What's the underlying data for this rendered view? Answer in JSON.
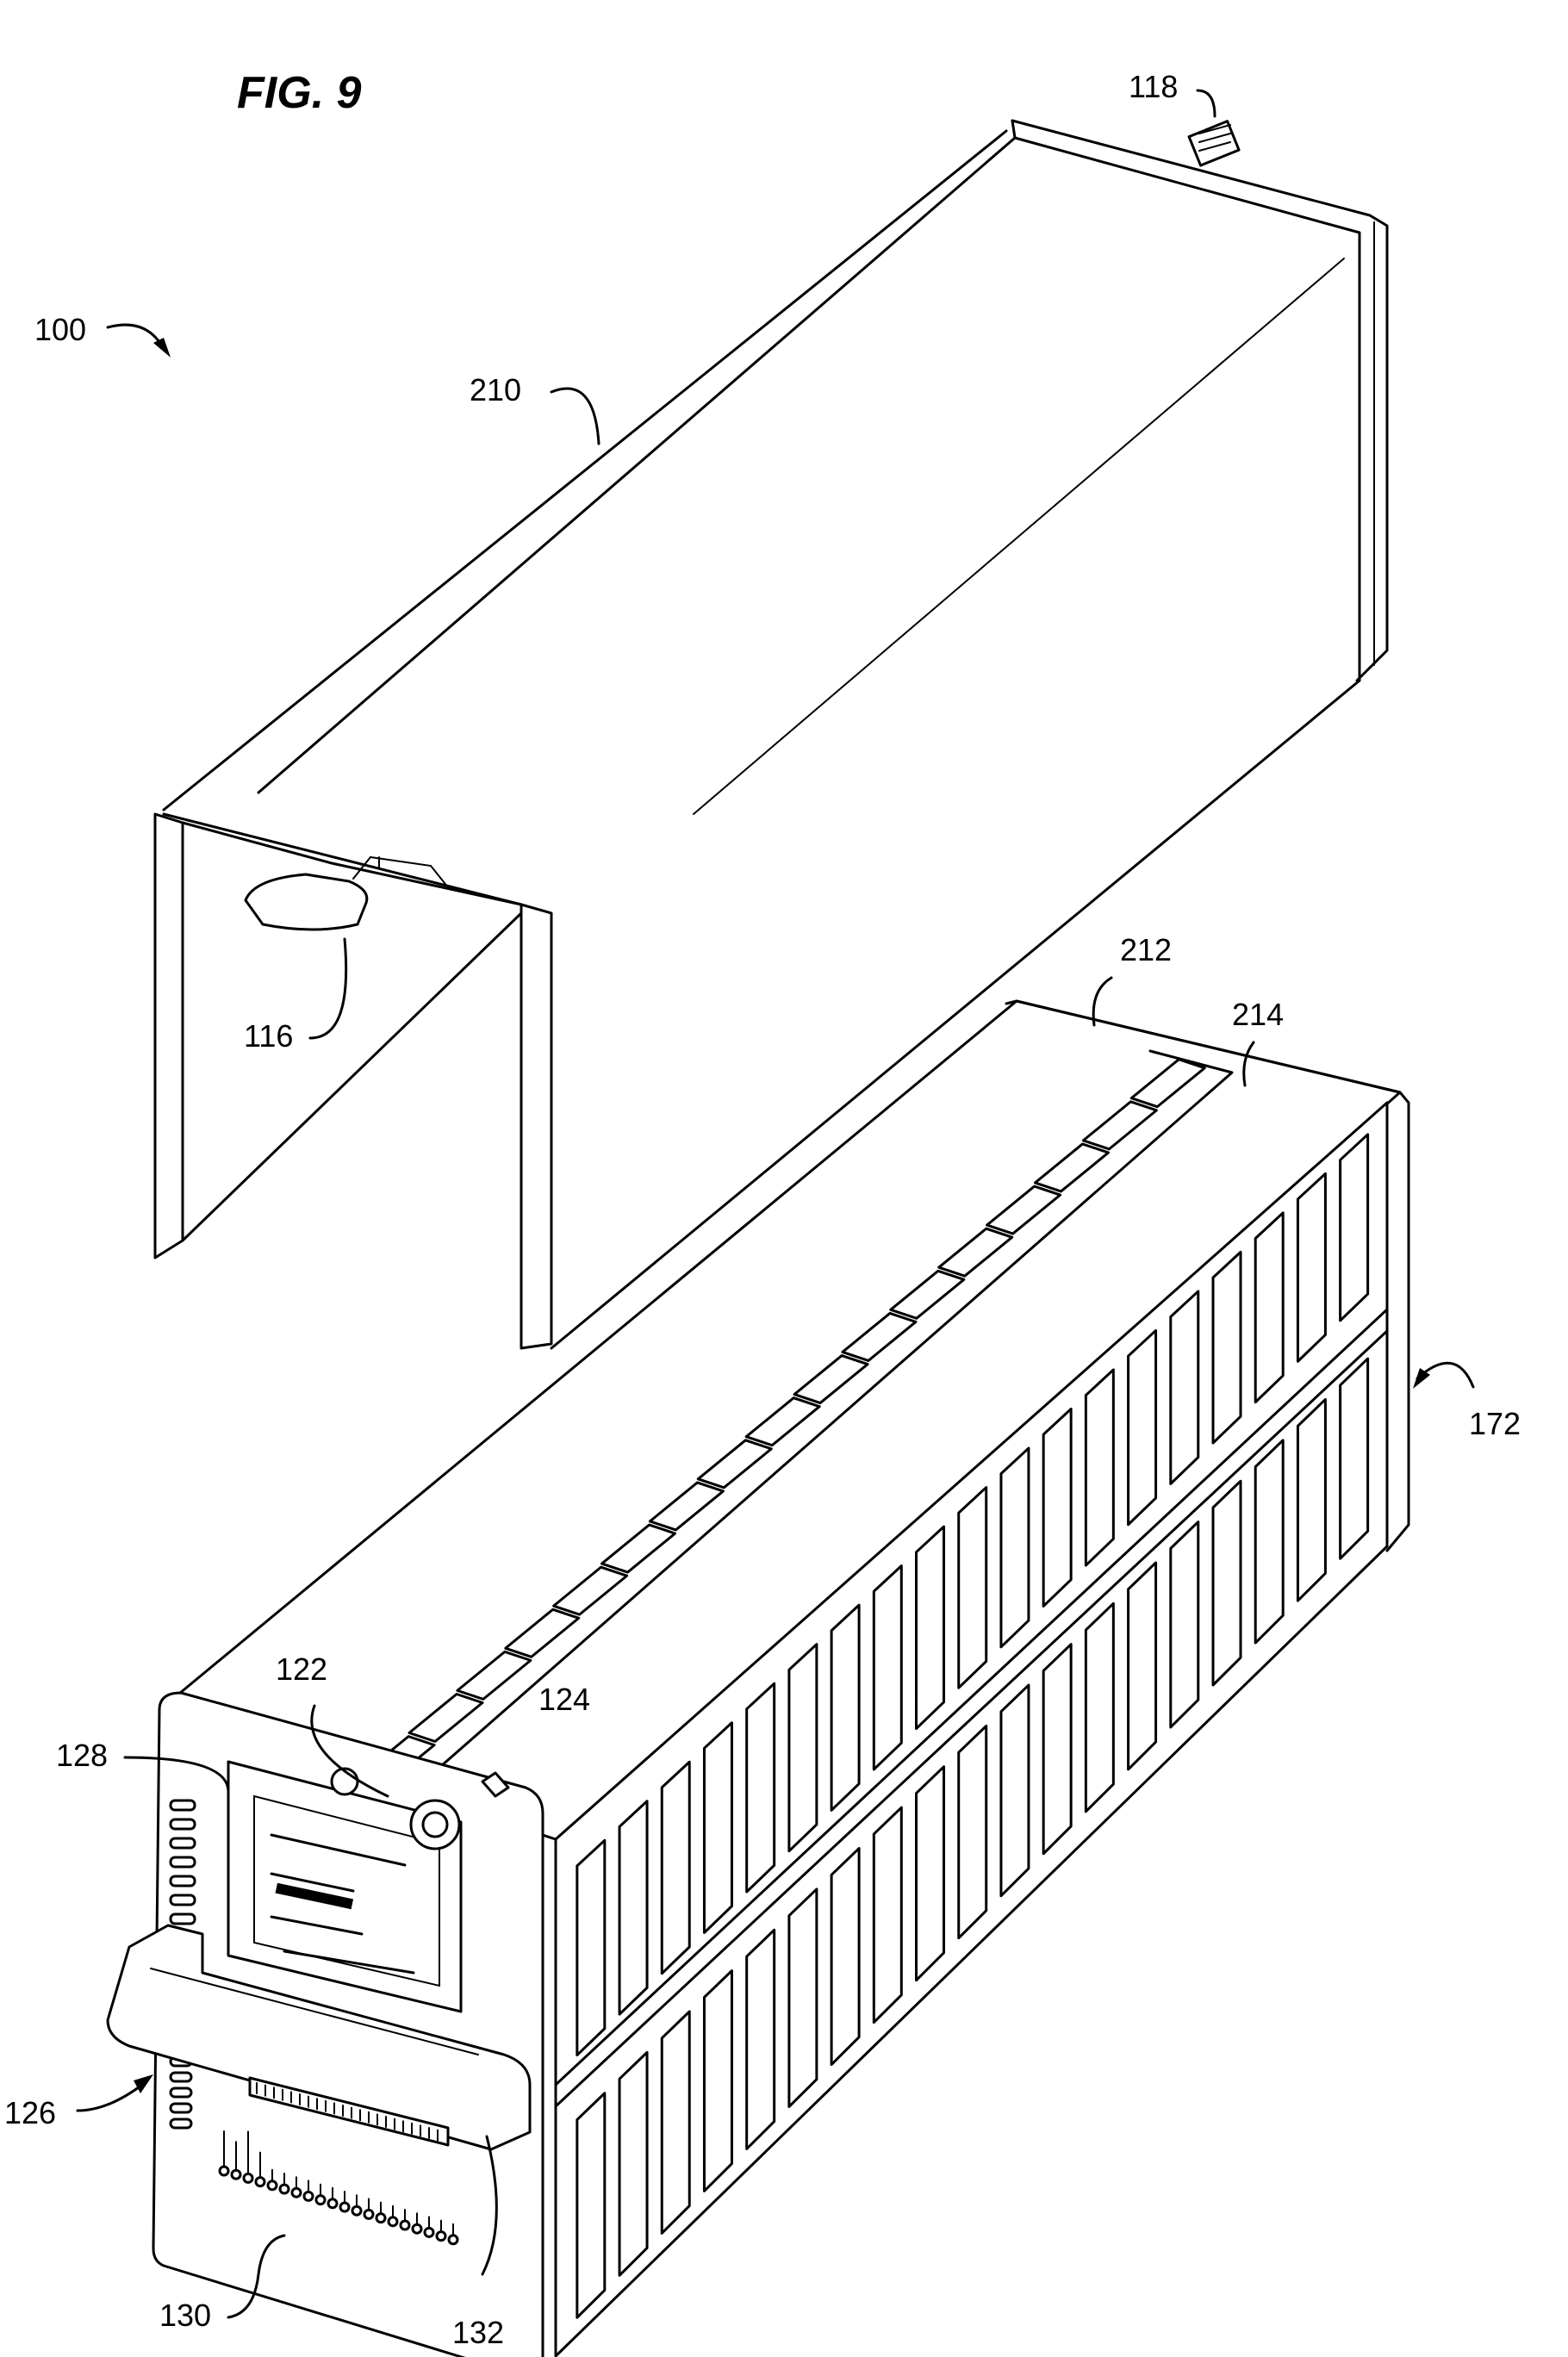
{
  "figure": {
    "title": "FIG. 9"
  },
  "labels": {
    "l100": "100",
    "l118": "118",
    "l210": "210",
    "l116": "116",
    "l212": "212",
    "l214": "214",
    "l172": "172",
    "l122": "122",
    "l124": "124",
    "l128": "128",
    "l126": "126",
    "l130": "130",
    "l132": "132"
  }
}
